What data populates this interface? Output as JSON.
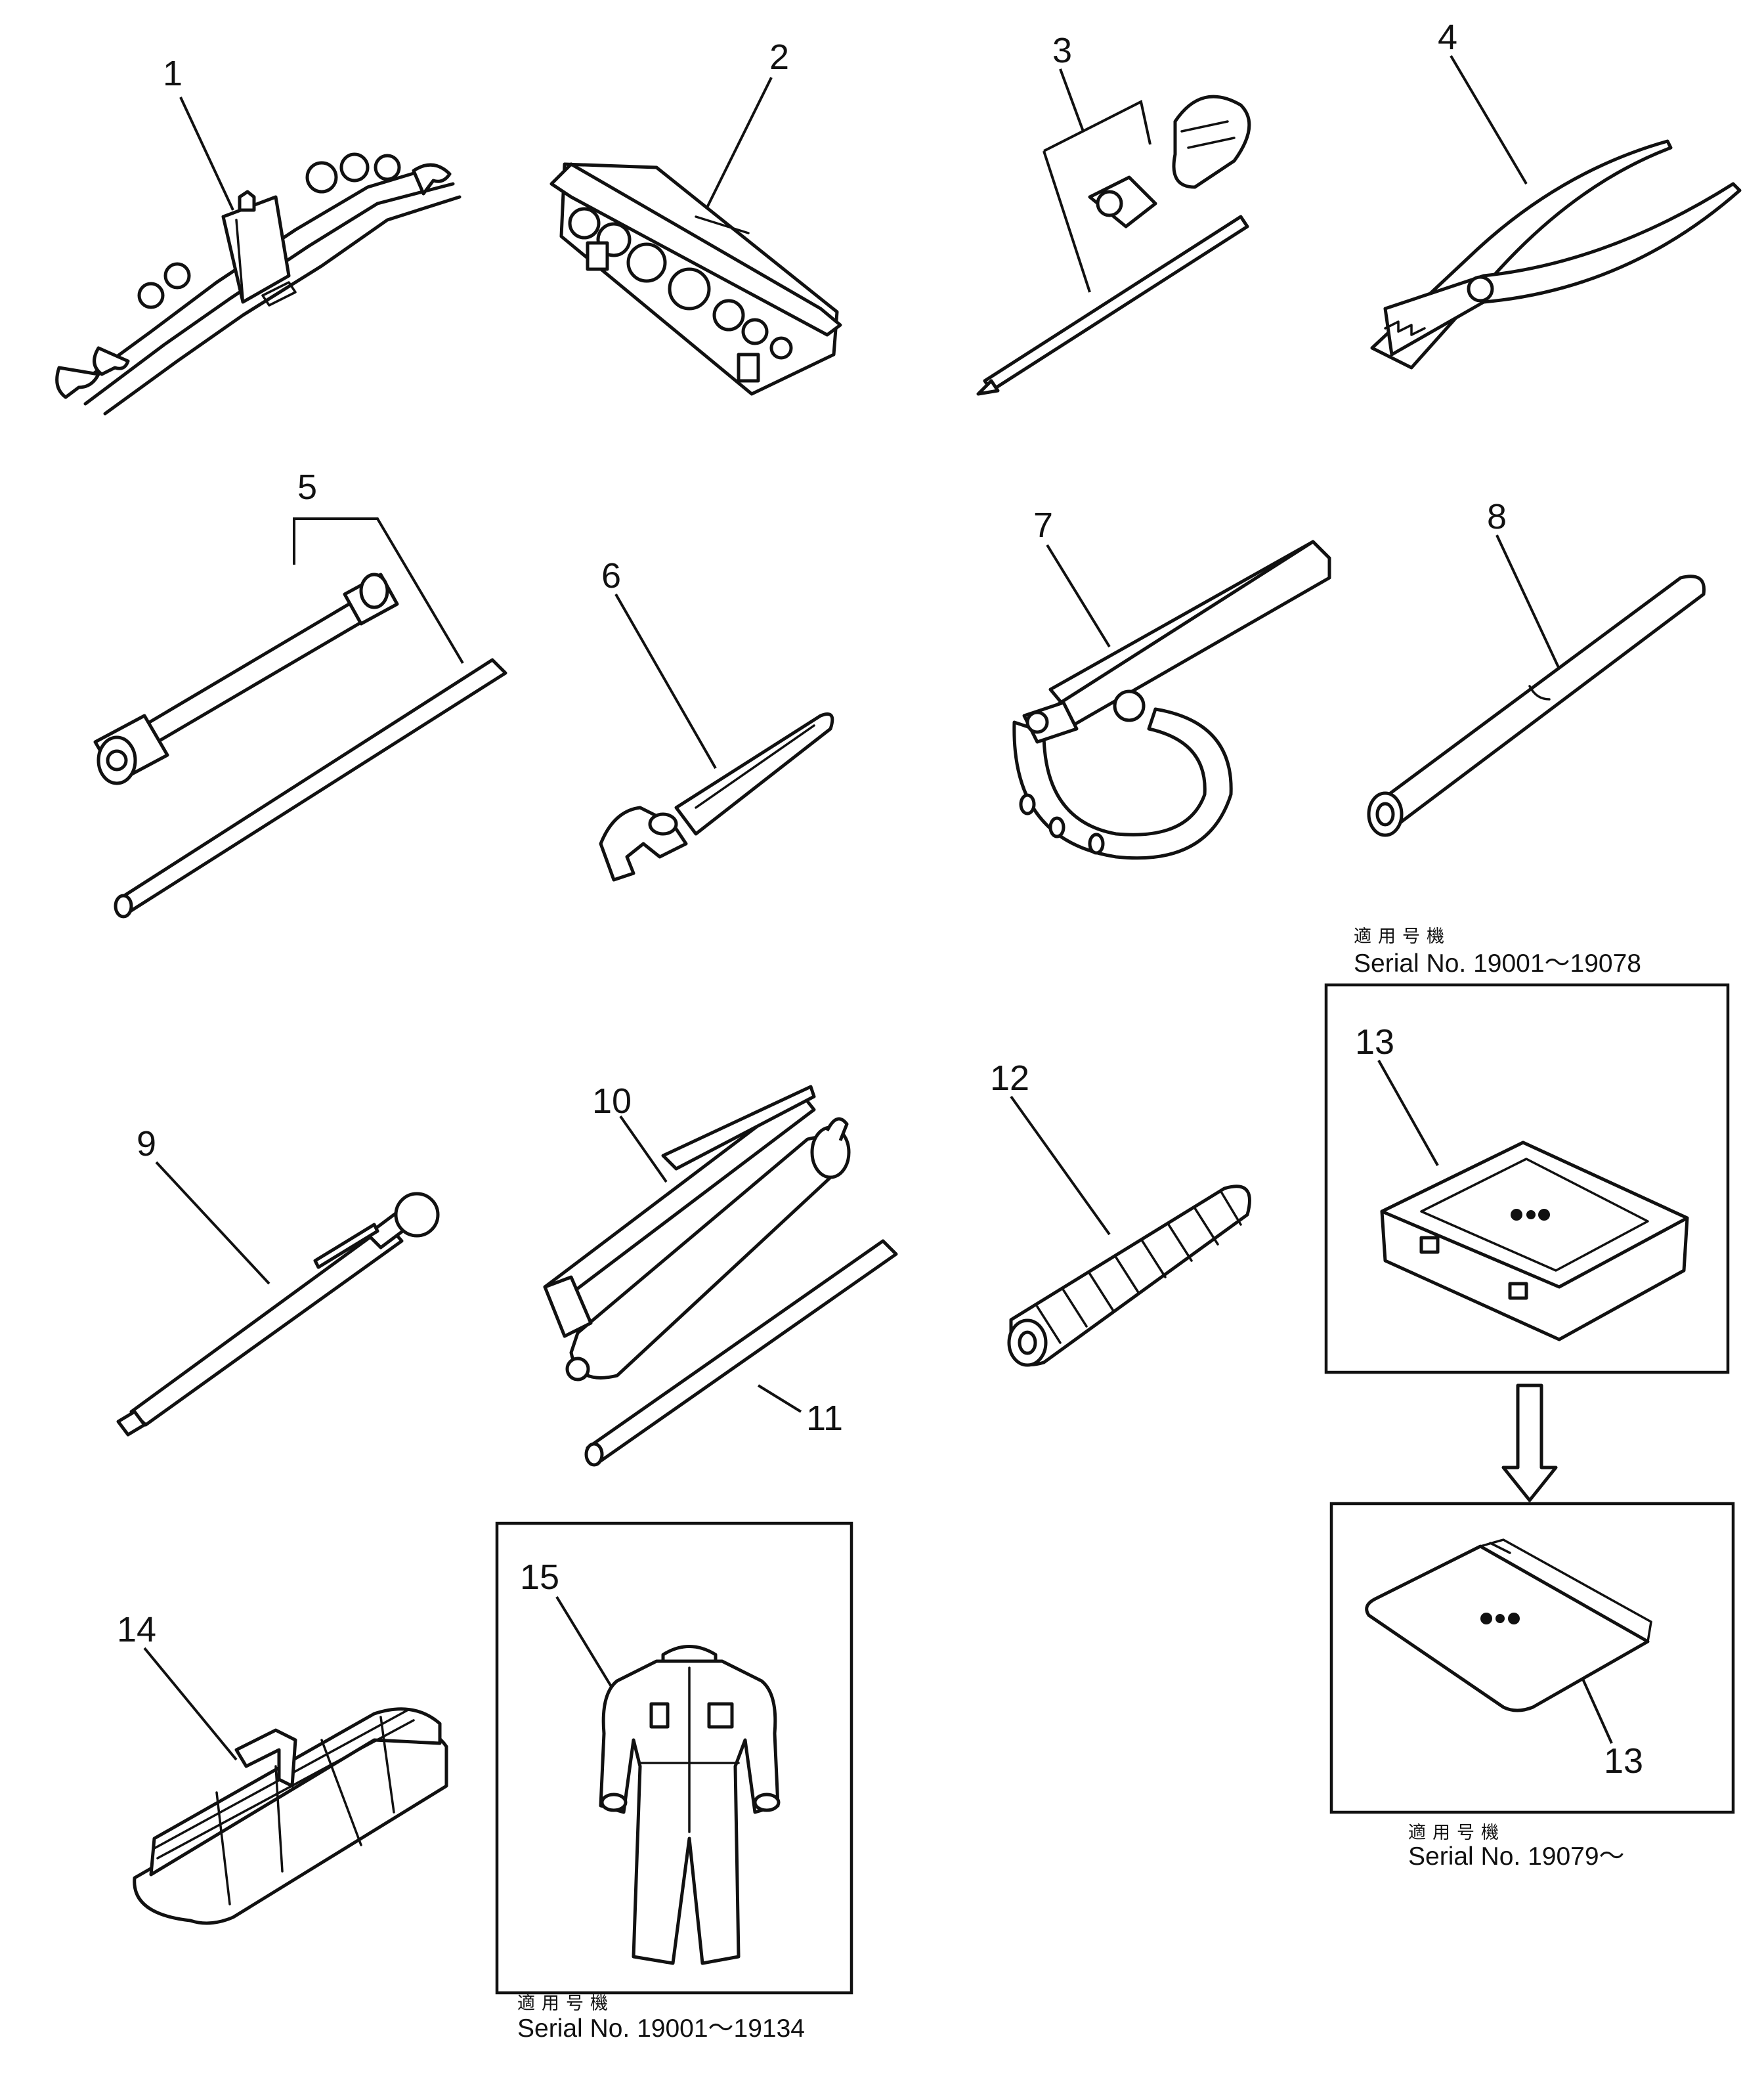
{
  "items": [
    {
      "callout": "1"
    },
    {
      "callout": "2"
    },
    {
      "callout": "3"
    },
    {
      "callout": "4"
    },
    {
      "callout": "5"
    },
    {
      "callout": "6"
    },
    {
      "callout": "7"
    },
    {
      "callout": "8"
    },
    {
      "callout": "9"
    },
    {
      "callout": "10"
    },
    {
      "callout": "11"
    },
    {
      "callout": "12"
    },
    {
      "callout": "13"
    },
    {
      "callout": "14"
    },
    {
      "callout": "15"
    }
  ],
  "applicability": {
    "toolbox_old": {
      "heading": "適用号機",
      "serial": "Serial No. 19001～19078",
      "callout": "13"
    },
    "toolbox_new": {
      "heading": "適用号機",
      "serial": "Serial No. 19079～",
      "callout": "13"
    },
    "coverall": {
      "heading": "適用号機",
      "serial": "Serial No. 19001～19134",
      "callout": "15"
    }
  }
}
